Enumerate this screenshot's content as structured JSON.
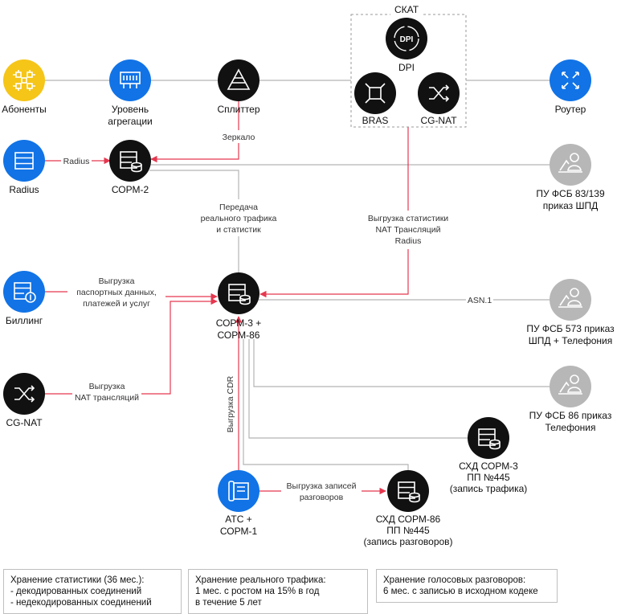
{
  "colors": {
    "yellow": "#F5C518",
    "blue": "#1173E6",
    "black": "#111111",
    "gray": "#B7B7B7",
    "line": "#B3B3B3",
    "red": "#E5384F"
  },
  "nodes": {
    "abonenty": {
      "label": [
        "Абоненты"
      ],
      "icon": "network-icon"
    },
    "agregation": {
      "label": [
        "Уровень",
        "агрегации"
      ],
      "icon": "switch-icon"
    },
    "splitter": {
      "label": [
        "Сплиттер"
      ],
      "icon": "splitter-icon"
    },
    "skat": {
      "label": [
        "СКАТ"
      ]
    },
    "dpi": {
      "label": [
        "DPI"
      ],
      "icon": "dpi-icon",
      "badge": "DPI"
    },
    "bras": {
      "label": [
        "BRAS"
      ],
      "icon": "bras-icon"
    },
    "cgnat_top": {
      "label": [
        "CG-NAT"
      ],
      "icon": "shuffle-icon"
    },
    "router": {
      "label": [
        "Роутер"
      ],
      "icon": "router-icon"
    },
    "radius": {
      "label": [
        "Radius"
      ],
      "icon": "server-icon"
    },
    "sorm2": {
      "label": [
        "СОРМ-2"
      ],
      "icon": "storage-icon"
    },
    "pu83": {
      "label": [
        "ПУ ФСБ 83/139",
        "приказ ШПД"
      ],
      "icon": "operator-icon"
    },
    "billing": {
      "label": [
        "Биллинг"
      ],
      "icon": "billing-icon"
    },
    "sorm3": {
      "label": [
        "СОРМ-3 +",
        "СОРМ-86"
      ],
      "icon": "storage-icon"
    },
    "pu573": {
      "label": [
        "ПУ ФСБ 573 приказ",
        "ШПД + Телефония"
      ],
      "icon": "operator-icon"
    },
    "cgnat_left": {
      "label": [
        "CG-NAT"
      ],
      "icon": "shuffle-icon"
    },
    "pu86": {
      "label": [
        "ПУ ФСБ 86 приказ",
        "Телефония"
      ],
      "icon": "operator-icon"
    },
    "shd3": {
      "label": [
        "СХД СОРМ-3",
        "ПП №445",
        "(запись трафика)"
      ],
      "icon": "storage-icon"
    },
    "ats": {
      "label": [
        "АТС +",
        "СОРМ-1"
      ],
      "icon": "phone-icon"
    },
    "shd86": {
      "label": [
        "СХД СОРМ-86",
        "ПП №445",
        "(запись разговоров)"
      ],
      "icon": "storage-icon"
    }
  },
  "edge_labels": {
    "mirror": [
      "Зеркало"
    ],
    "radius": [
      "Radius"
    ],
    "traffic": [
      "Передача",
      "реального трафика",
      "и статистик"
    ],
    "stats": [
      "Выгрузка статистики",
      "NAT Трансляций",
      "Radius"
    ],
    "passport": [
      "Выгрузка",
      "паспортных данных,",
      "платежей и услуг"
    ],
    "asn": [
      "ASN.1"
    ],
    "nat": [
      "Выгрузка",
      "NAT трансляций"
    ],
    "cdr": [
      "Выгрузка CDR"
    ],
    "records": [
      "Выгрузка записей",
      "разговоров"
    ]
  },
  "notes": [
    [
      "Хранение статистики (36 мес.):",
      "- декодированных соединений",
      "- недекодированных соединений"
    ],
    [
      "Хранение реального трафика:",
      "1 мес. с ростом на 15% в год",
      "в течение 5 лет"
    ],
    [
      "Хранение голосовых разговоров:",
      "6 мес. с записью в исходном кодеке"
    ]
  ]
}
